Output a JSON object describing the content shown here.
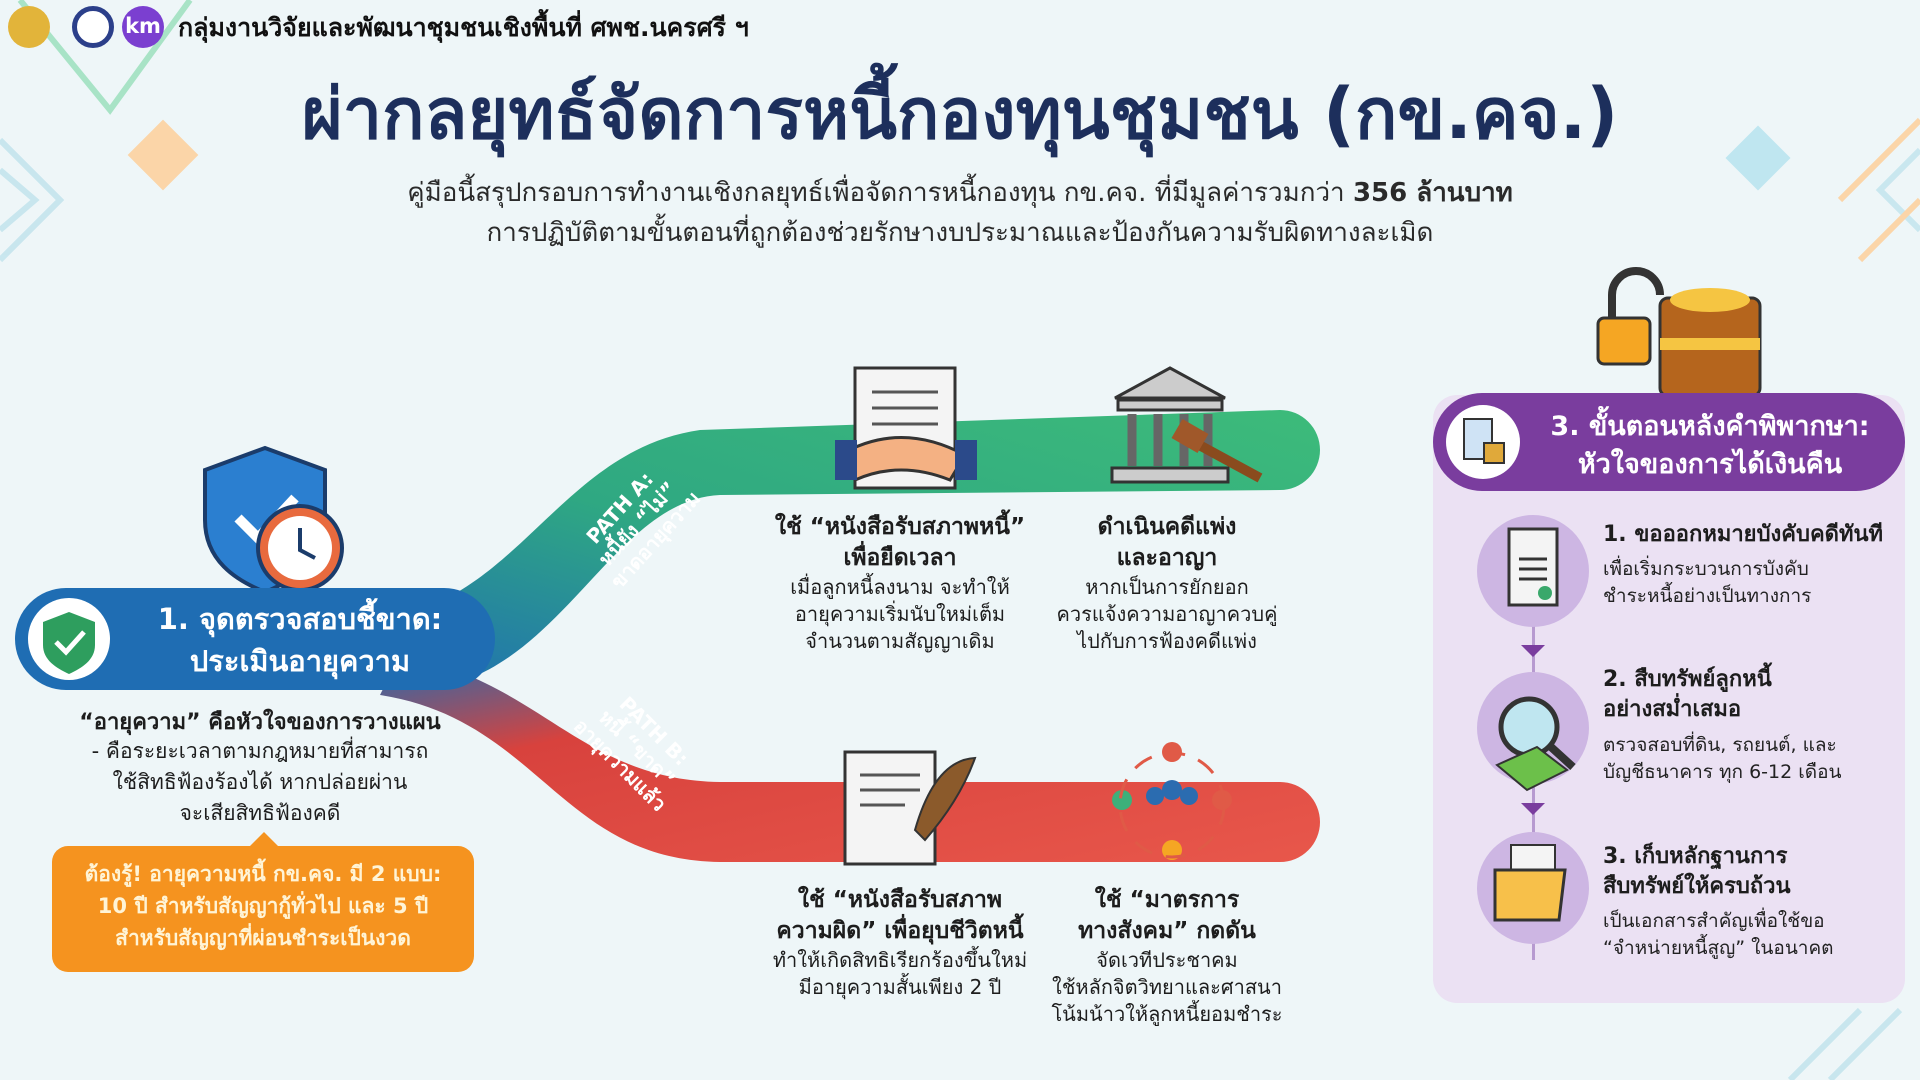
{
  "header": {
    "org_text": "กลุ่มงานวิจัยและพัฒนาชุมชนเชิงพื้นที่   ศพช.นครศรี ฯ",
    "km_logo": "km"
  },
  "title": "ผ่ากลยุทธ์จัดการหนี้กองทุนชุมชน (กข.คจ.)",
  "subtitle": {
    "line1": "คู่มือนี้สรุปกรอบการทำงานเชิงกลยุทธ์เพื่อจัดการหนี้กองทุน กข.คจ. ที่มีมูลค่ารวมกว่า",
    "line1_bold": "356 ล้านบาท",
    "line2": "การปฏิบัติตามขั้นตอนที่ถูกต้องช่วยรักษางบประมาณและป้องกันความรับผิดทางละเมิด"
  },
  "step1": {
    "title_l1": "1. จุดตรวจสอบชี้ขาด:",
    "title_l2": "ประเมินอายุความ",
    "heading": "“อายุความ” คือหัวใจของการวางแผน",
    "body_l1": "- คือระยะเวลาตามกฎหมายที่สามารถ",
    "body_l2": "ใช้สิทธิฟ้องร้องได้ หากปล่อยผ่าน",
    "body_l3": "จะเสียสิทธิฟ้องคดี",
    "note_l1": "ต้องรู้! อายุความหนี้ กข.คจ. มี 2 แบบ:",
    "note_l2": "10 ปี สำหรับสัญญากู้ทั่วไป และ 5 ปี",
    "note_l3": "สำหรับสัญญาที่ผ่อนชำระเป็นงวด"
  },
  "path_a": {
    "label_l1": "PATH A:",
    "label_l2": "หนี้ยัง “ไม่”",
    "label_l3": "ขาดอายุความ",
    "items": [
      {
        "title_l1": "ใช้ “หนังสือรับสภาพหนี้”",
        "title_l2": "เพื่อยืดเวลา",
        "body_l1": "เมื่อลูกหนี้ลงนาม จะทำให้",
        "body_l2": "อายุความเริ่มนับใหม่เต็ม",
        "body_l3": "จำนวนตามสัญญาเดิม"
      },
      {
        "title_l1": "ดำเนินคดีแพ่ง",
        "title_l2": "และอาญา",
        "body_l1": "หากเป็นการยักยอก",
        "body_l2": "ควรแจ้งความอาญาควบคู่",
        "body_l3": "ไปกับการฟ้องคดีแพ่ง"
      }
    ]
  },
  "path_b": {
    "label_l1": "PATH B:",
    "label_l2": "หนี้ “ขาด”",
    "label_l3": "อายุความแล้ว",
    "items": [
      {
        "title_l1": "ใช้ “หนังสือรับสภาพ",
        "title_l2": "ความผิด” เพื่อยุบชีวิตหนี้",
        "body_l1": "ทำให้เกิดสิทธิเรียกร้องขึ้นใหม่",
        "body_l2": "มีอายุความสั้นเพียง 2 ปี",
        "body_l3": ""
      },
      {
        "title_l1": "ใช้ “มาตรการ",
        "title_l2": "ทางสังคม” กดดัน",
        "body_l1": "จัดเวทีประชาคม",
        "body_l2": "ใช้หลักจิตวิทยาและศาสนา",
        "body_l3": "โน้มน้าวให้ลูกหนี้ยอมชำระ"
      }
    ]
  },
  "step3": {
    "title_l1": "3. ขั้นตอนหลังคำพิพากษา:",
    "title_l2": "หัวใจของการได้เงินคืน",
    "items": [
      {
        "title_l1": "1. ขอออกหมายบังคับคดีทันที",
        "title_l2": "",
        "body_l1": "เพื่อเริ่มกระบวนการบังคับ",
        "body_l2": "ชำระหนี้อย่างเป็นทางการ"
      },
      {
        "title_l1": "2. สืบทรัพย์ลูกหนี้",
        "title_l2": "อย่างสม่ำเสมอ",
        "body_l1": "ตรวจสอบที่ดิน, รถยนต์, และ",
        "body_l2": "บัญชีธนาคาร ทุก 6-12 เดือน"
      },
      {
        "title_l1": "3. เก็บหลักฐานการ",
        "title_l2": "สืบทรัพย์ให้ครบถ้วน",
        "body_l1": "เป็นเอกสารสำคัญเพื่อใช้ขอ",
        "body_l2": "“จำหน่ายหนี้สูญ” ในอนาคต"
      }
    ]
  },
  "colors": {
    "navy": "#1d2f5c",
    "blue": "#1f6db3",
    "green": "#2fb27a",
    "red": "#e2493f",
    "orange": "#f5931f",
    "purple": "#7a3d9e"
  }
}
